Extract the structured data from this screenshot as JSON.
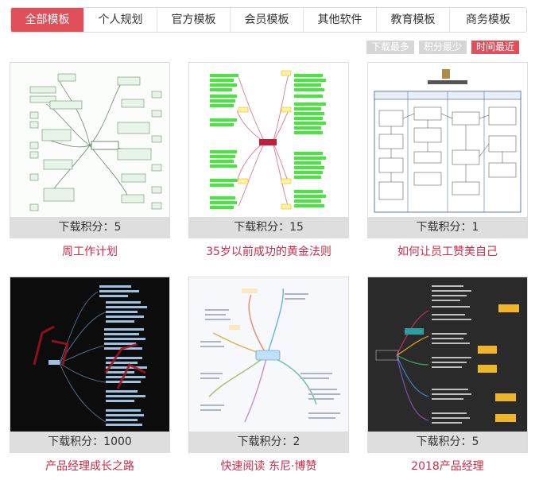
{
  "tabs": [
    {
      "label": "全部模板",
      "active": true
    },
    {
      "label": "个人规划",
      "active": false
    },
    {
      "label": "官方模板",
      "active": false
    },
    {
      "label": "会员模板",
      "active": false
    },
    {
      "label": "其他软件",
      "active": false
    },
    {
      "label": "教育模板",
      "active": false
    },
    {
      "label": "商务模板",
      "active": false
    }
  ],
  "sort": [
    {
      "label": "下载最多",
      "active": false
    },
    {
      "label": "积分最少",
      "active": false
    },
    {
      "label": "时间最近",
      "active": true
    }
  ],
  "cards": [
    {
      "title": "周工作计划",
      "points": "下载积分：5",
      "theme": "light"
    },
    {
      "title": "35岁以前成功的黄金法则",
      "points": "下载积分：15",
      "theme": "green"
    },
    {
      "title": "如何让员工赞美自己",
      "points": "下载积分：1",
      "theme": "flow"
    },
    {
      "title": "产品经理成长之路",
      "points": "下载积分：1000",
      "theme": "dark-red"
    },
    {
      "title": "快速阅读 东尼·博赞",
      "points": "下载积分：2",
      "theme": "mind"
    },
    {
      "title": "2018产品经理",
      "points": "下载积分：5",
      "theme": "dark-yellow"
    }
  ],
  "colors": {
    "accent": "#e0505a",
    "title": "#cc2b4a",
    "inactive_sort": "#d6d6d6"
  }
}
